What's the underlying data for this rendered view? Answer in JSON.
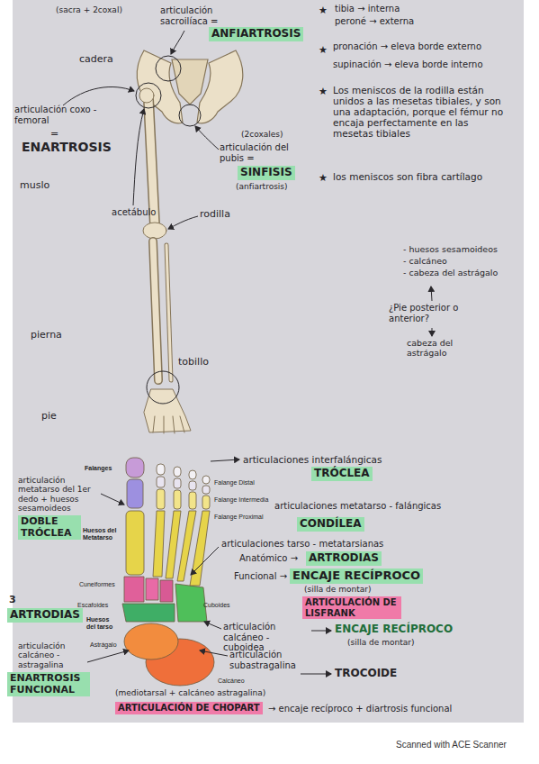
{
  "diagram": {
    "nodes": [
      {
        "text": [
          "ANFIARTROSIS"
        ]
      },
      {
        "text": [
          "SINFISIS"
        ]
      },
      {
        "text": [
          "TRÓCLEA"
        ]
      },
      {
        "text": [
          "DOBLE TRÓCLEA"
        ]
      },
      {
        "text": [
          "CONDÍLEA"
        ]
      },
      {
        "text": [
          "ARTRODIAS"
        ]
      },
      {
        "text": [
          "ENCAJE RECÍPROCO"
        ]
      },
      {
        "text": [
          "ARTICULACIÓN DE LISFRANK"
        ]
      },
      {
        "text": [
          "ARTRODIAS"
        ]
      },
      {
        "text": [
          "ENARTROSIS FUNCIONAL"
        ]
      },
      {
        "text": [
          "ARTICULACIÓN DE CHOPART"
        ]
      }
    ],
    "labels": [
      "(sacra + 2coxal)",
      "articulación sacroilíaca =",
      "cadera",
      "articulación coxo - femoral",
      "=",
      "ENARTROSIS",
      "(2coxales)",
      "articulación del pubis =",
      "(anfiartrosis)",
      "muslo",
      "acetábulo",
      "rodilla",
      "pierna",
      "tobillo",
      "pie",
      "★",
      "tibia → interna",
      "peroné → externa",
      "★",
      "pronación → eleva borde externo",
      "supinación → eleva borde interno",
      "★",
      "Los meniscos de la rodilla están unidos a las mesetas tibiales, y son una adaptación, porque el fémur no encaja perfectamente en las mesetas tibiales",
      "★",
      "los meniscos son fibra cartílago",
      "- huesos sesamoideos",
      "- calcáneo",
      "- cabeza del astrágalo",
      "¿Pie posterior o anterior?",
      "cabeza del astrágalo",
      "Falanges",
      "Falange Distal",
      "Falange Intermedia",
      "Falange Proximal",
      "Huesos del Metatarso",
      "Cuneiformes",
      "Cuboides",
      "Escafoides",
      "Huesos del tarso",
      "Astrágalo",
      "Calcáneo",
      "articulaciones interfalángicas",
      "articulación metatarso del 1er dedo + huesos sesamoideos",
      "articulaciones metatarso - falángicas",
      "articulaciones tarso - metatarsianas",
      "Anatómico →",
      "Funcional →",
      "(silla de montar)",
      "3",
      "articulación calcáneo - cuboidea",
      "articulación calcáneo - astragalina",
      "ENCAJE RECÍPROCO",
      "(silla de montar)",
      "articulación subastragalina",
      "TROCOIDE",
      "(mediotarsal + calcáneo astragalina)",
      "→ encaje recíproco + diartrosis funcional",
      "Scanned with ACE Scanner"
    ]
  }
}
